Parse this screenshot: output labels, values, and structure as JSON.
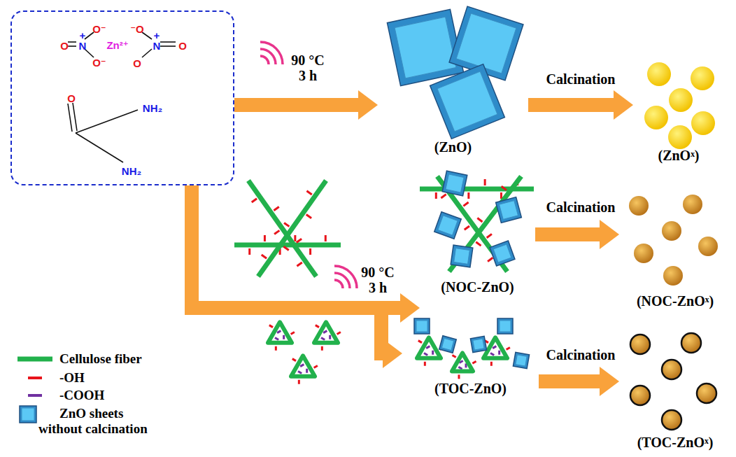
{
  "diagram": {
    "nodes": [
      {
        "text": [
          "O",
          "+",
          "N",
          "O⁻",
          "⁻O",
          "Zn²⁺",
          "O⁻",
          "O",
          "+",
          "N",
          "O",
          "O",
          "NH₂",
          "NH₂"
        ]
      },
      {
        "text": [
          "(ZnO)"
        ]
      },
      {
        "text": [
          "(ZnOˣ)"
        ]
      },
      {
        "text": [
          "(NOC-ZnO)"
        ]
      },
      {
        "text": [
          "(NOC-ZnOˣ)"
        ]
      },
      {
        "text": [
          "(TOC-ZnO)"
        ]
      },
      {
        "text": [
          "(TOC-ZnOˣ)"
        ]
      }
    ],
    "edges": [
      {
        "from": 0,
        "to": 1,
        "arrow": "to",
        "label": "90 °C 3 h"
      },
      {
        "from": 0,
        "to": 3,
        "arrow": "to",
        "label": "90 °C 3 h"
      },
      {
        "from": 0,
        "to": 5,
        "arrow": "to"
      },
      {
        "from": 1,
        "to": 2,
        "arrow": "to",
        "label": "Calcination"
      },
      {
        "from": 3,
        "to": 4,
        "arrow": "to",
        "label": "Calcination"
      },
      {
        "from": 5,
        "to": 6,
        "arrow": "to",
        "label": "Calcination"
      }
    ],
    "legend": [
      {
        "text": "Cellulose fiber"
      },
      {
        "text": "-OH"
      },
      {
        "text": "-COOH"
      },
      {
        "text": "ZnO sheets without calcination"
      }
    ]
  }
}
